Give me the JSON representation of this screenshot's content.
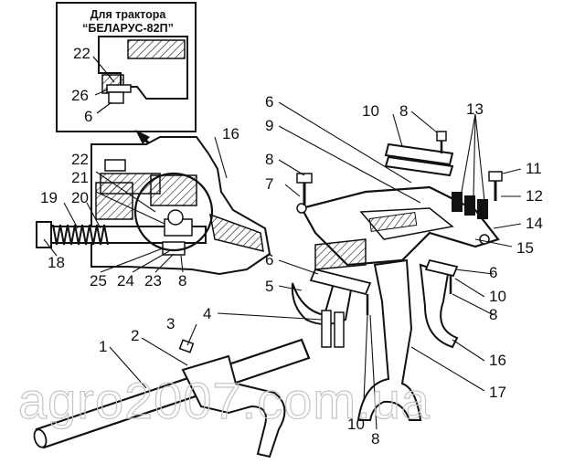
{
  "inset": {
    "caption_line1": "Для трактора",
    "caption_line2": "“БЕЛАРУС-82П”",
    "callouts": [
      "22",
      "26",
      "6"
    ]
  },
  "callouts": {
    "c1": "1",
    "c2": "2",
    "c3": "3",
    "c4": "4",
    "c5": "5",
    "c6a": "6",
    "c6b": "6",
    "c6c": "6",
    "c7": "7",
    "c8a": "8",
    "c8b": "8",
    "c8c": "8",
    "c8d": "8",
    "c8e": "8",
    "c9": "9",
    "c10a": "10",
    "c10b": "10",
    "c10c": "10",
    "c11": "11",
    "c12": "12",
    "c13": "13",
    "c14": "14",
    "c15": "15",
    "c16a": "16",
    "c16b": "16",
    "c17": "17",
    "c18": "18",
    "c19": "19",
    "c20": "20",
    "c21": "21",
    "c22": "22",
    "c23": "23",
    "c24": "24",
    "c25": "25"
  },
  "watermark": "agro2007.com.ua",
  "colors": {
    "ink": "#111111",
    "hatch": "#333333",
    "watermark": "#c4c4c4"
  }
}
